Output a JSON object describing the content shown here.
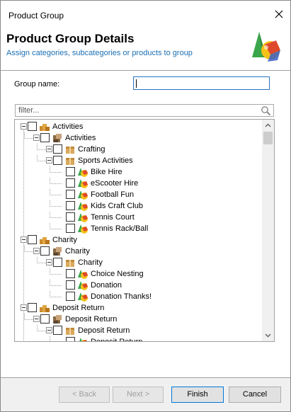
{
  "window": {
    "title": "Product Group"
  },
  "header": {
    "title": "Product Group Details",
    "subtitle": "Assign categories, subcategories or products to group"
  },
  "form": {
    "group_name_label": "Group name:",
    "group_name_value": "",
    "filter_placeholder": "filter..."
  },
  "tree": [
    {
      "label": "Activities",
      "level": 0,
      "kind": "group"
    },
    {
      "label": "Activities",
      "level": 1,
      "kind": "category"
    },
    {
      "label": "Crafting",
      "level": 2,
      "kind": "subcategory"
    },
    {
      "label": "Sports Activities",
      "level": 2,
      "kind": "subcategory"
    },
    {
      "label": "Bike Hire",
      "level": 3,
      "kind": "product"
    },
    {
      "label": "eScooter Hire",
      "level": 3,
      "kind": "product"
    },
    {
      "label": "Football Fun",
      "level": 3,
      "kind": "product"
    },
    {
      "label": "Kids Craft Club",
      "level": 3,
      "kind": "product"
    },
    {
      "label": "Tennis Court",
      "level": 3,
      "kind": "product"
    },
    {
      "label": "Tennis Rack/Ball",
      "level": 3,
      "kind": "product"
    },
    {
      "label": "Charity",
      "level": 0,
      "kind": "group"
    },
    {
      "label": "Charity",
      "level": 1,
      "kind": "category"
    },
    {
      "label": "Charity",
      "level": 2,
      "kind": "subcategory"
    },
    {
      "label": "Choice Nesting",
      "level": 3,
      "kind": "product"
    },
    {
      "label": "Donation",
      "level": 3,
      "kind": "product"
    },
    {
      "label": "Donation Thanks!",
      "level": 3,
      "kind": "product"
    },
    {
      "label": "Deposit Return",
      "level": 0,
      "kind": "group"
    },
    {
      "label": "Deposit Return",
      "level": 1,
      "kind": "category"
    },
    {
      "label": "Deposit Return",
      "level": 2,
      "kind": "subcategory"
    },
    {
      "label": "Deposit Return",
      "level": 3,
      "kind": "product"
    }
  ],
  "buttons": {
    "back": "< Back",
    "next": "Next >",
    "finish": "Finish",
    "cancel": "Cancel"
  },
  "colors": {
    "accent": "#0078d7",
    "subtitle": "#1a6fb3"
  }
}
